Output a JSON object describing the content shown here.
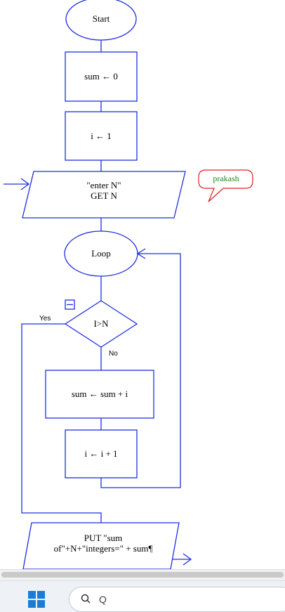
{
  "flowchart": {
    "start": "Start",
    "init_sum": "sum ← 0",
    "init_i": "i ← 1",
    "input_line1": "\"enter N\"",
    "input_line2": "GET N",
    "loop": "Loop",
    "condition": "I>N",
    "yes_label": "Yes",
    "no_label": "No",
    "update_sum": "sum ← sum + i",
    "update_i": "i ← i + 1",
    "output_line1": "PUT \"sum",
    "output_line2": "of\"+N+\"integers=\" + sum¶"
  },
  "comment": {
    "text": "prakash",
    "color": "#1a8a1a",
    "border_color": "#e02020"
  },
  "colors": {
    "shape_stroke": "#1f2ee0"
  },
  "taskbar": {
    "search_placeholder": "Q"
  }
}
